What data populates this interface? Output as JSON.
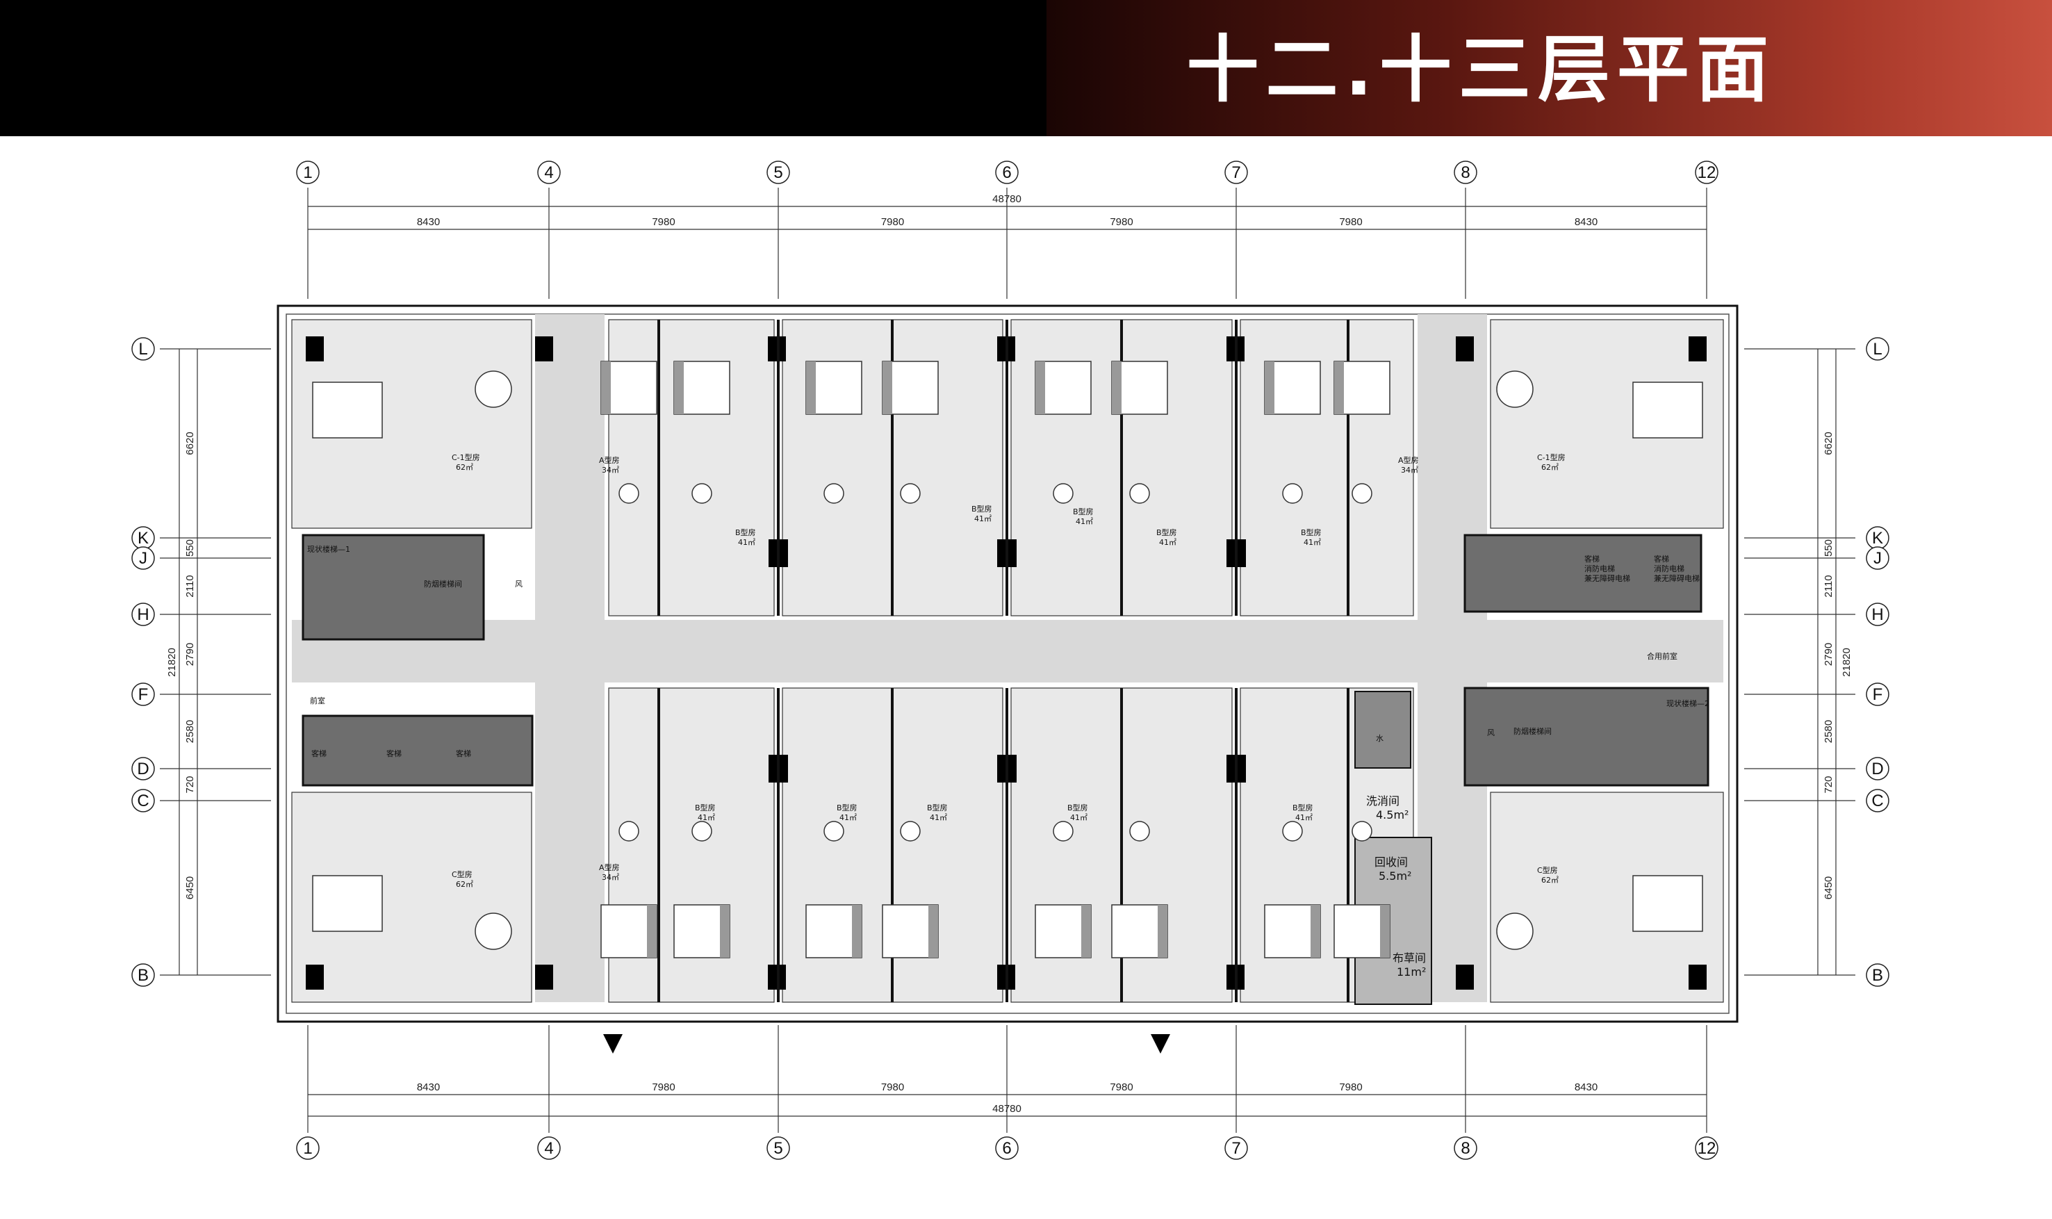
{
  "title": "十二.十三层平面",
  "grid_columns": [
    "1",
    "4",
    "5",
    "6",
    "7",
    "8",
    "12"
  ],
  "grid_rows": [
    "L",
    "K",
    "J",
    "H",
    "F",
    "D",
    "C",
    "B"
  ],
  "dims_top_total": "48780",
  "dims_top": [
    "8430",
    "7980",
    "7980",
    "7980",
    "7980",
    "8430"
  ],
  "dims_bottom_total": "48780",
  "dims_bottom": [
    "8430",
    "7980",
    "7980",
    "7980",
    "7980",
    "8430"
  ],
  "dims_side": [
    "6620",
    "550",
    "2110",
    "2790",
    "2580",
    "720",
    "6450"
  ],
  "dims_side_total": "21820",
  "rooms": {
    "c1_label": "C-1型房",
    "c1_area": "62㎡",
    "c_label": "C型房",
    "c_area": "62㎡",
    "a_label": "A型房",
    "a_area": "34㎡",
    "b_label": "B型房",
    "b_area": "41㎡",
    "stair1": "现状楼梯—1",
    "stair2": "现状楼梯—2",
    "smoke_lobby": "防烟楼梯间",
    "wind": "风",
    "front_room": "前室",
    "shared_front_room": "合用前室",
    "elevator": "客梯",
    "fire_elev_1": "客梯",
    "fire_elev_2": "消防电梯",
    "fire_elev_3": "兼无障碍电梯",
    "water": "水",
    "wash_label": "洗消间",
    "wash_area": "4.5m²",
    "recycle_label": "回收间",
    "recycle_area": "5.5m²",
    "linen_label": "布草间",
    "linen_area": "11m²"
  }
}
